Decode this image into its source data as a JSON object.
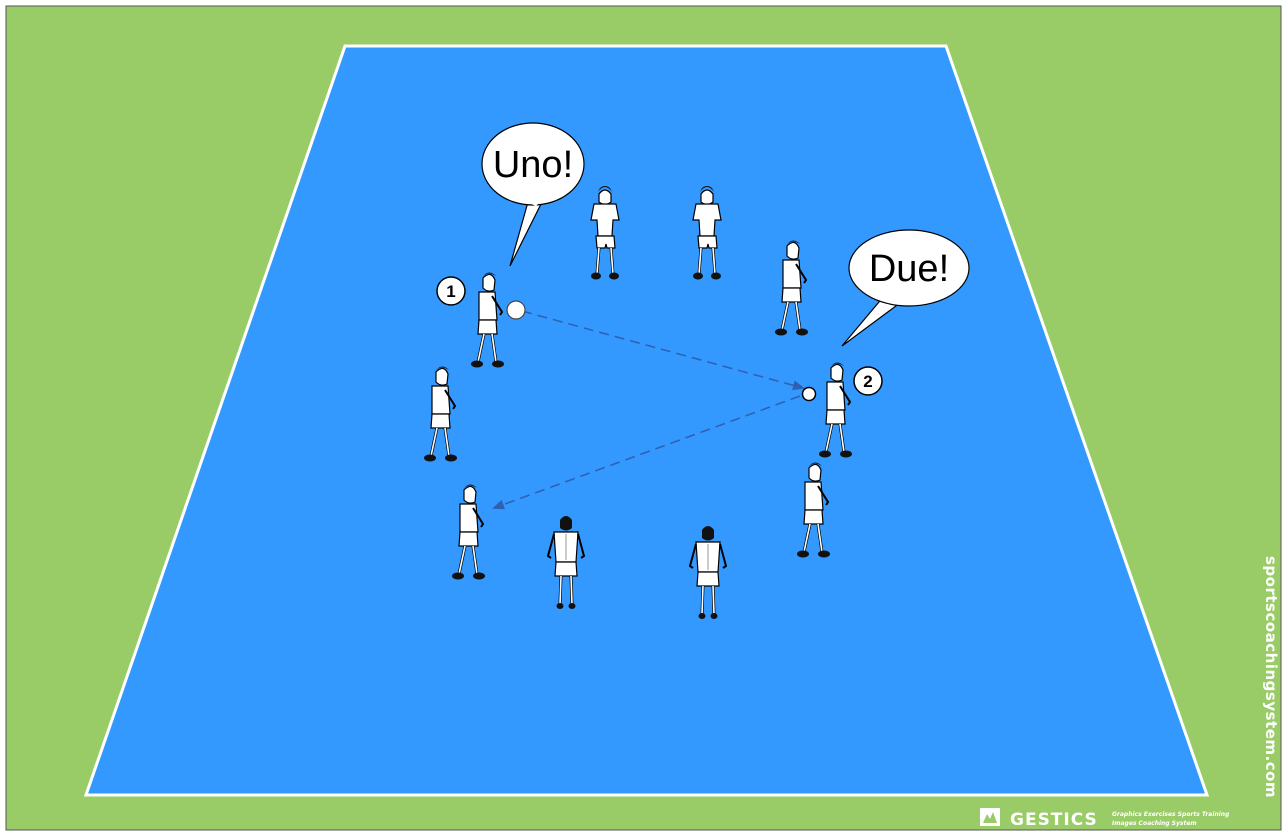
{
  "colors": {
    "grass": "#99cc66",
    "court": "#3399ff",
    "court_line": "#ffffff",
    "pass_arrow": "#2f5fb0"
  },
  "callouts": {
    "first": "Uno!",
    "second": "Due!"
  },
  "markers": {
    "first": "1",
    "second": "2"
  },
  "watermark": "sportscoachingsystem.com",
  "brand": {
    "name": "GESTICS",
    "tagline_1": "Graphics Exercises Sports Training",
    "tagline_2": "Images Coaching System",
    "icon": "gestics-logo-icon"
  }
}
